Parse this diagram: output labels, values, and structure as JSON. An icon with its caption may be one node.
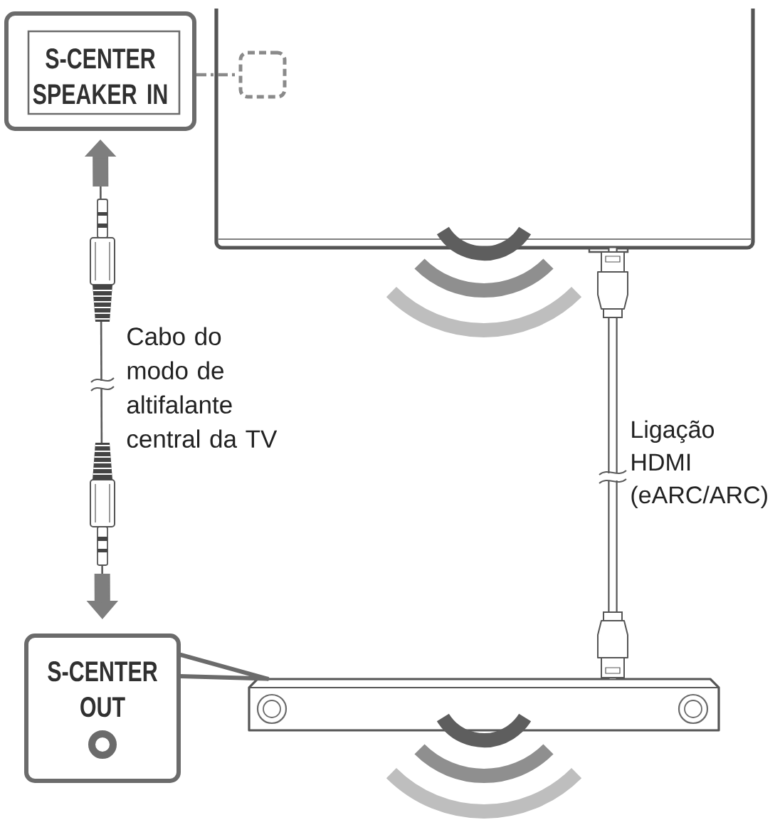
{
  "diagram": {
    "nodes": [
      {
        "text": [
          "S-CENTER SPEAKER IN"
        ]
      },
      {
        "text": [],
        "shape": "picture"
      },
      {
        "text": [],
        "shape": "box",
        "in": 1
      },
      {
        "text": [
          "S-CENTER OUT"
        ]
      },
      {
        "text": [],
        "shape": "picture"
      }
    ],
    "edges": [
      {
        "from": 0,
        "to": 2,
        "arrow": "none",
        "style": "dashed"
      },
      {
        "from": 0,
        "to": 3,
        "arrow": "both",
        "label": "Cabo do modo de altifalante central da TV"
      },
      {
        "from": 1,
        "to": 4,
        "arrow": "other",
        "label": "Ligação HDMI (eARC/ARC)",
        "style": "thick"
      },
      {
        "from": 3,
        "to": 4,
        "arrow": "none"
      }
    ]
  }
}
